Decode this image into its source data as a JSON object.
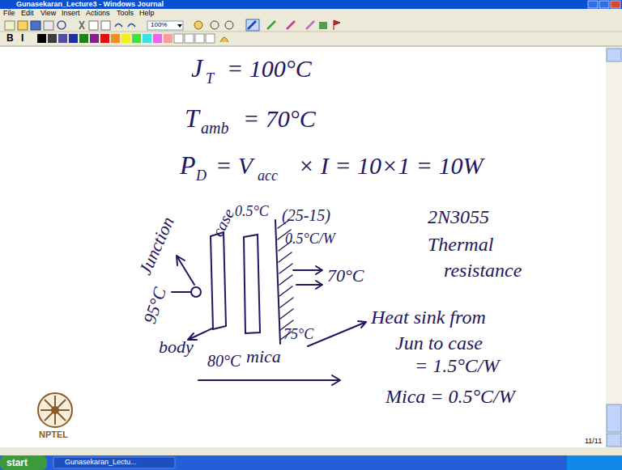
{
  "diagram": {
    "labels": [
      "Gunasekaran_Lecture3 - Windows Journal",
      "File",
      "Edit",
      "View",
      "Insert",
      "Actions",
      "Tools",
      "Help",
      "100%",
      "B",
      "I",
      "J",
      "T",
      "= 100°C",
      "T",
      "amb",
      "= 70°C",
      "P",
      "D",
      "= V",
      "acc",
      "× I = 10×1 = 10W",
      "case",
      "0.5°C",
      "(25-15)",
      "2N3055",
      "Junction",
      "0.5°C/W",
      "Thermal",
      "resistance",
      "70°C",
      "95°C",
      "Heat sink from",
      "Jun to case",
      "= 1.5°C/W",
      "body",
      "80°C",
      "mica",
      "75°C",
      "Mica = 0.5°C/W",
      "NPTEL",
      "11/11",
      "start",
      "Gunasekaran_Lectu..."
    ]
  }
}
